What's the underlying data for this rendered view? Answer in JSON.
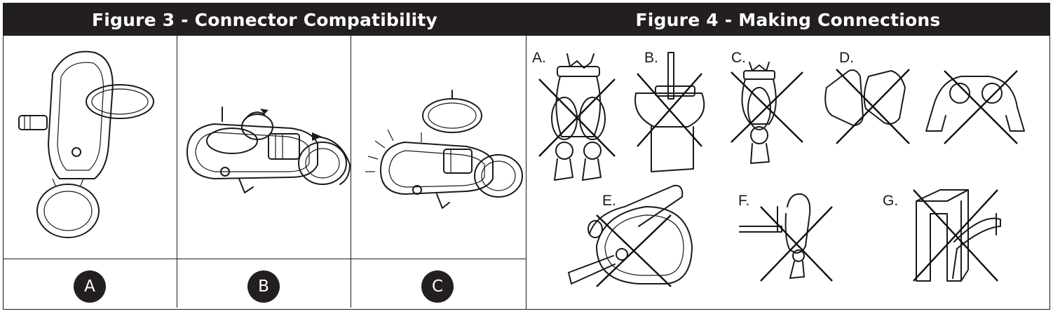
{
  "figure3": {
    "title": "Figure 3 - Connector Compatibility",
    "badges": [
      "A",
      "B",
      "C"
    ]
  },
  "figure4": {
    "title": "Figure 4 - Making Connections",
    "labels": [
      "A.",
      "B.",
      "C.",
      "D.",
      "E.",
      "F.",
      "G."
    ]
  },
  "colors": {
    "header_bg": "#231f20",
    "ink": "#1a1a1a"
  }
}
